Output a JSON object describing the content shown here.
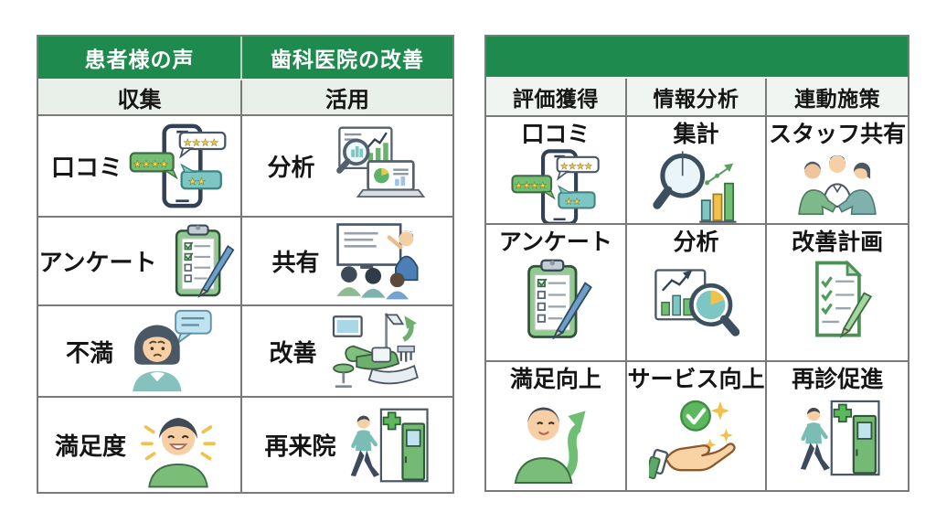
{
  "palette": {
    "header_green": "#1f8a4e",
    "row_tint": "#e9efe9",
    "colhead_tint": "#f1f5f1",
    "grid_line": "#7a7a7a"
  },
  "icons_glyphs": {
    "stars_four": "★★★★",
    "stars_two": "★★"
  },
  "left_table": {
    "header": {
      "col1": "患者様の声",
      "col2": "歯科医院の改善"
    },
    "subheader": {
      "col1": "収集",
      "col2": "活用"
    },
    "rows": [
      {
        "cells": [
          {
            "label": "口コミ",
            "icon": "phone-reviews-icon"
          },
          {
            "label": "分析",
            "icon": "analysis-laptop-icon"
          }
        ]
      },
      {
        "cells": [
          {
            "label": "アンケート",
            "icon": "survey-clipboard-icon"
          },
          {
            "label": "共有",
            "icon": "presentation-meeting-icon"
          }
        ]
      },
      {
        "cells": [
          {
            "label": "不満",
            "icon": "unhappy-patient-icon"
          },
          {
            "label": "改善",
            "icon": "dental-chair-icon"
          }
        ]
      },
      {
        "cells": [
          {
            "label": "満足度",
            "icon": "happy-patient-icon"
          },
          {
            "label": "再来院",
            "icon": "walk-to-clinic-icon"
          }
        ]
      }
    ]
  },
  "right_table": {
    "columns": [
      {
        "label": "評価獲得"
      },
      {
        "label": "情報分析"
      },
      {
        "label": "連動施策"
      }
    ],
    "rows": [
      {
        "cells": [
          {
            "label": "口コミ",
            "icon": "phone-reviews-icon"
          },
          {
            "label": "集計",
            "icon": "tally-magnifier-icon"
          },
          {
            "label": "スタッフ共有",
            "icon": "staff-share-icon"
          }
        ]
      },
      {
        "cells": [
          {
            "label": "アンケート",
            "icon": "survey-clipboard-icon"
          },
          {
            "label": "分析",
            "icon": "chart-pie-magnifier-icon"
          },
          {
            "label": "改善計画",
            "icon": "improvement-plan-icon"
          }
        ]
      },
      {
        "cells": [
          {
            "label": "満足向上",
            "icon": "growth-person-icon"
          },
          {
            "label": "サービス向上",
            "icon": "service-hand-icon"
          },
          {
            "label": "再診促進",
            "icon": "walk-to-clinic-icon"
          }
        ]
      }
    ]
  }
}
